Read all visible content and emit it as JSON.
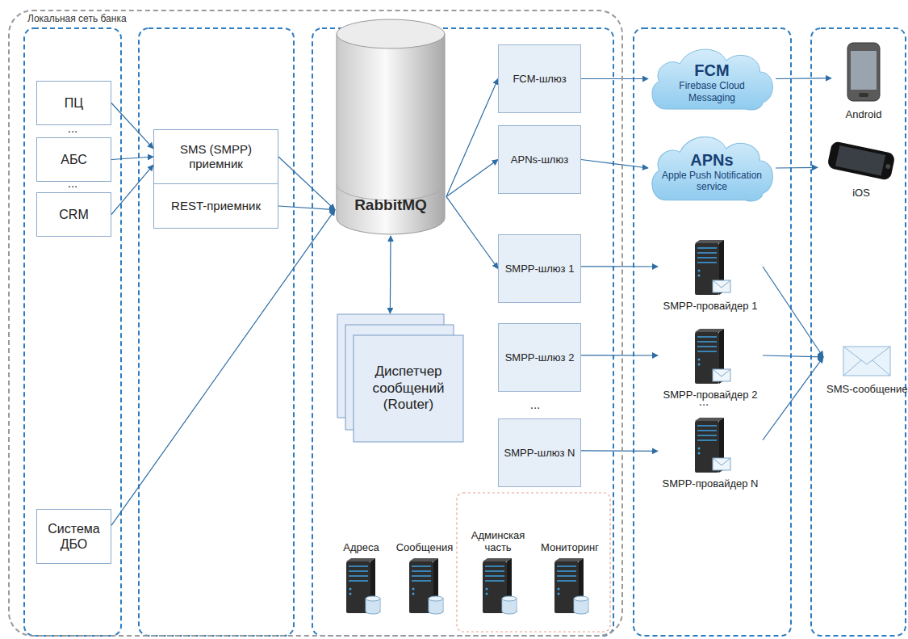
{
  "diagram": {
    "nodes": [
      {
        "text": [
          "Локальная сеть банка"
        ]
      },
      {
        "text": [
          "ПЦ"
        ],
        "in": 0
      },
      {
        "text": [
          "АБС"
        ],
        "in": 0
      },
      {
        "text": [
          "CRM"
        ],
        "in": 0
      },
      {
        "text": [
          "Система ДБО"
        ],
        "in": 0
      },
      {
        "text": [
          "SMS (SMPP) приемник"
        ],
        "in": 0
      },
      {
        "text": [
          "REST-приемник"
        ],
        "in": 0
      },
      {
        "text": [
          "RabbitMQ"
        ],
        "in": 0
      },
      {
        "text": [
          "Диспетчер сообщений (Router)"
        ],
        "in": 0
      },
      {
        "text": [
          "FCM-шлюз"
        ],
        "in": 0
      },
      {
        "text": [
          "APNs-шлюз"
        ],
        "in": 0
      },
      {
        "text": [
          "SMPP-шлюз 1"
        ],
        "in": 0
      },
      {
        "text": [
          "SMPP-шлюз 2"
        ],
        "in": 0
      },
      {
        "text": [
          "SMPP-шлюз N"
        ],
        "in": 0
      },
      {
        "text": [
          "Адреса"
        ],
        "in": 0
      },
      {
        "text": [
          "Сообщения"
        ],
        "in": 0
      },
      {
        "text": [
          "Админская часть"
        ],
        "in": 0
      },
      {
        "text": [
          "Мониторинг"
        ],
        "in": 0
      },
      {
        "text": [
          "FCM",
          "Firebase Cloud Messaging"
        ]
      },
      {
        "text": [
          "APNs",
          "Apple Push Notification service"
        ]
      },
      {
        "text": [
          "SMPP-провайдер 1"
        ]
      },
      {
        "text": [
          "SMPP-провайдер 2"
        ]
      },
      {
        "text": [
          "SMPP-провайдер N"
        ]
      },
      {
        "text": [
          "Android"
        ]
      },
      {
        "text": [
          "iOS"
        ]
      },
      {
        "text": [
          "SMS-сообщение"
        ]
      }
    ],
    "edges": [
      {
        "from": 1,
        "to": 5,
        "arrow": "to"
      },
      {
        "from": 2,
        "to": 5,
        "arrow": "to"
      },
      {
        "from": 3,
        "to": 5,
        "arrow": "to"
      },
      {
        "from": 5,
        "to": 7,
        "arrow": "to"
      },
      {
        "from": 6,
        "to": 7,
        "arrow": "to"
      },
      {
        "from": 4,
        "to": 7,
        "arrow": "to"
      },
      {
        "from": 7,
        "to": 8,
        "arrow": "both"
      },
      {
        "from": 7,
        "to": 9,
        "arrow": "to"
      },
      {
        "from": 7,
        "to": 10,
        "arrow": "to"
      },
      {
        "from": 7,
        "to": 11,
        "arrow": "to"
      },
      {
        "from": 9,
        "to": 18,
        "arrow": "to"
      },
      {
        "from": 10,
        "to": 19,
        "arrow": "to"
      },
      {
        "from": 18,
        "to": 23,
        "arrow": "to"
      },
      {
        "from": 19,
        "to": 24,
        "arrow": "to"
      },
      {
        "from": 11,
        "to": 20,
        "arrow": "to"
      },
      {
        "from": 12,
        "to": 21,
        "arrow": "to"
      },
      {
        "from": 13,
        "to": 22,
        "arrow": "to"
      },
      {
        "from": 20,
        "to": 25,
        "arrow": "to"
      },
      {
        "from": 21,
        "to": 25,
        "arrow": "to"
      },
      {
        "from": 22,
        "to": 25,
        "arrow": "to"
      }
    ],
    "labels": [
      "...",
      "...",
      "...",
      "..."
    ]
  }
}
